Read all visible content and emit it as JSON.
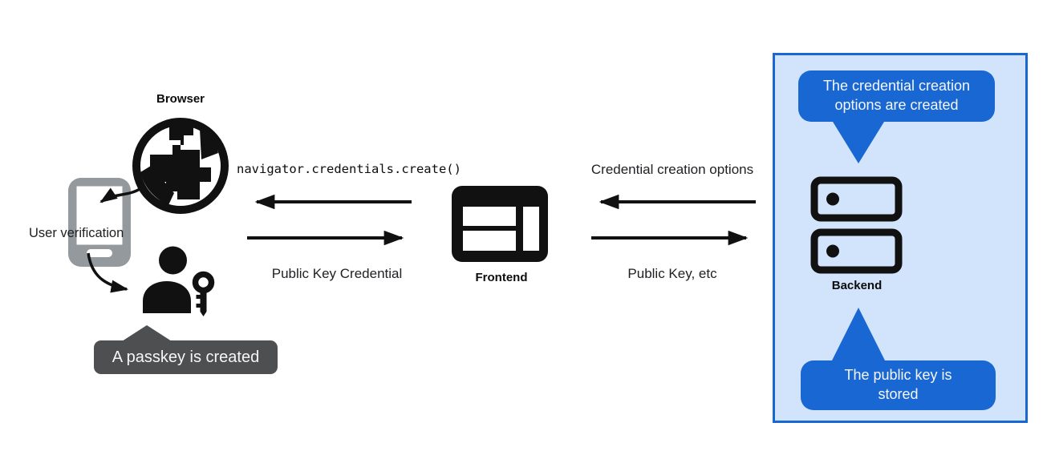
{
  "colors": {
    "icon_black": "#111111",
    "phone_gray": "#94999e",
    "tooltip_gray": "#4e4f51",
    "tooltip_blue": "#1967d2",
    "panel_bg": "#d2e3fc",
    "panel_border": "#1967d2",
    "text_dark": "#202124",
    "tooltip_text": "#f5f6f7"
  },
  "nodes": {
    "browser": "Browser",
    "user_verification": "User verification",
    "frontend": "Frontend",
    "backend": "Backend"
  },
  "flows": {
    "api_call": "navigator.credentials.create()",
    "public_key_credential": "Public Key Credential",
    "credential_creation_options": "Credential creation options",
    "public_key_etc": "Public Key, etc"
  },
  "callouts": {
    "passkey_created": "A passkey is created",
    "options_created": {
      "line1": "The credential creation",
      "line2": "options are created"
    },
    "public_key_stored": {
      "line1": "The public key is",
      "line2": "stored"
    }
  },
  "icons": {
    "globe": "globe-icon",
    "phone": "phone-icon",
    "user_with_key": "user-key-icon",
    "browser_window": "browser-window-icon",
    "servers": "server-stack-icon"
  }
}
